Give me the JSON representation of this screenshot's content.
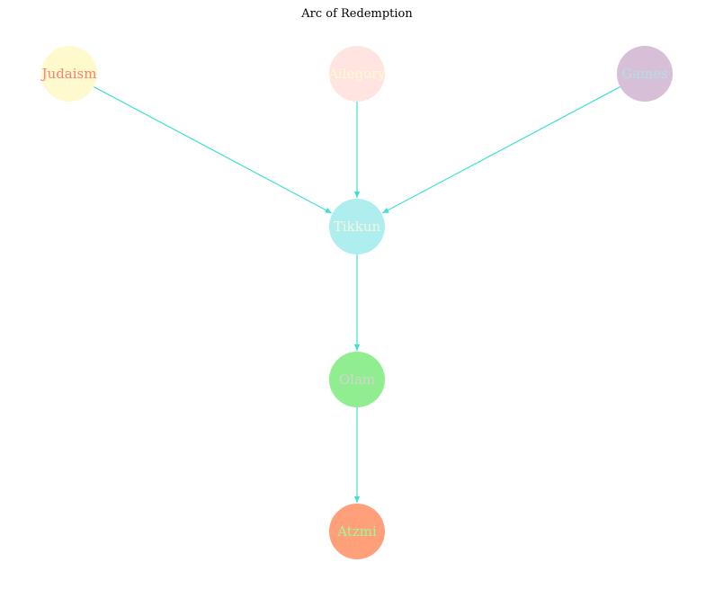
{
  "title": "Arc of Redemption",
  "edge_color": "#40e0d0",
  "nodes": [
    {
      "id": "judaism",
      "label": "Judaism",
      "fill": "#fffacd",
      "text_color": "#fa8072"
    },
    {
      "id": "allegory",
      "label": "Allegory",
      "fill": "#ffe4e1",
      "text_color": "#fffacd"
    },
    {
      "id": "games",
      "label": "Games",
      "fill": "#d8bfd8",
      "text_color": "#b0e0e6"
    },
    {
      "id": "tikkun",
      "label": "Tikkun",
      "fill": "#afeeee",
      "text_color": "#f5f5dc"
    },
    {
      "id": "olam",
      "label": "Olam",
      "fill": "#90ee90",
      "text_color": "#d3d3d3"
    },
    {
      "id": "atzmi",
      "label": "Atzmi",
      "fill": "#ffa07a",
      "text_color": "#98fb98"
    }
  ],
  "edges": [
    {
      "from": "judaism",
      "to": "tikkun"
    },
    {
      "from": "allegory",
      "to": "tikkun"
    },
    {
      "from": "games",
      "to": "tikkun"
    },
    {
      "from": "tikkun",
      "to": "olam"
    },
    {
      "from": "olam",
      "to": "atzmi"
    }
  ]
}
